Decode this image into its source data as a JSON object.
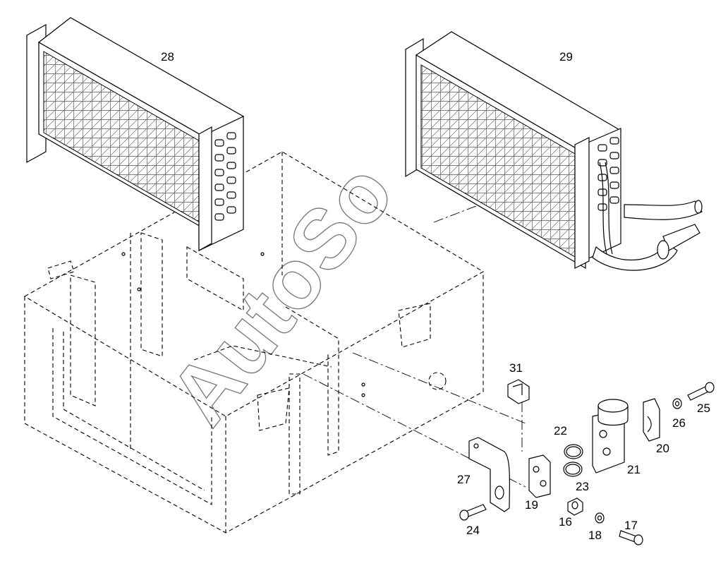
{
  "diagram": {
    "type": "exploded parts diagram",
    "watermark": "AutoSo",
    "callouts": [
      {
        "id": "c28",
        "text": "28"
      },
      {
        "id": "c29",
        "text": "29"
      },
      {
        "id": "c31",
        "text": "31"
      },
      {
        "id": "c22",
        "text": "22"
      },
      {
        "id": "c25",
        "text": "25"
      },
      {
        "id": "c26",
        "text": "26"
      },
      {
        "id": "c20",
        "text": "20"
      },
      {
        "id": "c21",
        "text": "21"
      },
      {
        "id": "c27",
        "text": "27"
      },
      {
        "id": "c23",
        "text": "23"
      },
      {
        "id": "c19",
        "text": "19"
      },
      {
        "id": "c24",
        "text": "24"
      },
      {
        "id": "c16",
        "text": "16"
      },
      {
        "id": "c17",
        "text": "17"
      },
      {
        "id": "c18",
        "text": "18"
      }
    ]
  }
}
